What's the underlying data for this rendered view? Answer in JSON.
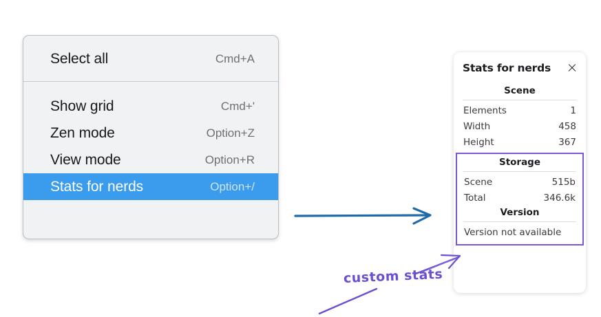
{
  "menu": {
    "sections": [
      {
        "items": [
          {
            "label": "Select all",
            "shortcut": "Cmd+A",
            "selected": false
          }
        ]
      },
      {
        "items": [
          {
            "label": "Show grid",
            "shortcut": "Cmd+'",
            "selected": false
          },
          {
            "label": "Zen mode",
            "shortcut": "Option+Z",
            "selected": false
          },
          {
            "label": "View mode",
            "shortcut": "Option+R",
            "selected": false
          },
          {
            "label": "Stats for nerds",
            "shortcut": "Option+/",
            "selected": true
          }
        ]
      }
    ],
    "highlight_color": "#3b9bec",
    "background_color": "#f0f2f4"
  },
  "panel": {
    "title": "Stats for nerds",
    "close_icon": "close-icon",
    "scene": {
      "heading": "Scene",
      "rows": [
        {
          "key": "Elements",
          "value": "1"
        },
        {
          "key": "Width",
          "value": "458"
        },
        {
          "key": "Height",
          "value": "367"
        }
      ]
    },
    "storage": {
      "heading": "Storage",
      "rows": [
        {
          "key": "Scene",
          "value": "515b"
        },
        {
          "key": "Total",
          "value": "346.6k"
        }
      ]
    },
    "version": {
      "heading": "Version",
      "text": "Version not available"
    },
    "highlight_border_color": "#7b57d8"
  },
  "annotations": {
    "hand_note": "custom stats",
    "blue_arrow_color": "#1f6aa8",
    "purple_color": "#6b4fd0"
  }
}
